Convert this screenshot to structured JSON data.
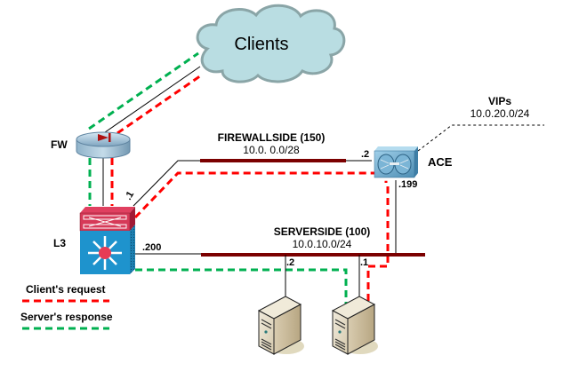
{
  "nodes": {
    "clients": {
      "label": "Clients"
    },
    "firewall": {
      "label": "FW"
    },
    "l3_switch": {
      "label": "L3"
    },
    "ace": {
      "label": "ACE"
    }
  },
  "vips": {
    "title": "VIPs",
    "subnet": "10.0.20.0/24"
  },
  "networks": {
    "firewallside": {
      "name": "FIREWALLSIDE (150)",
      "subnet": "10.0. 0.0/28"
    },
    "serverside": {
      "name": "SERVERSIDE (100)",
      "subnet": "10.0.10.0/24"
    }
  },
  "interfaces": {
    "l3_firewallside": ".1",
    "l3_serverside": ".200",
    "ace_firewallside": ".2",
    "ace_serverside": ".199",
    "server1": ".2",
    "server2": ".1"
  },
  "legend": {
    "request": {
      "label": "Client's request",
      "color": "#ff0000"
    },
    "response": {
      "label": "Server's response",
      "color": "#00b050"
    }
  },
  "colors": {
    "vlan_bar": "#7b0000",
    "cloud_fill": "#b9dde2",
    "cloud_stroke": "#8aa5a7"
  }
}
